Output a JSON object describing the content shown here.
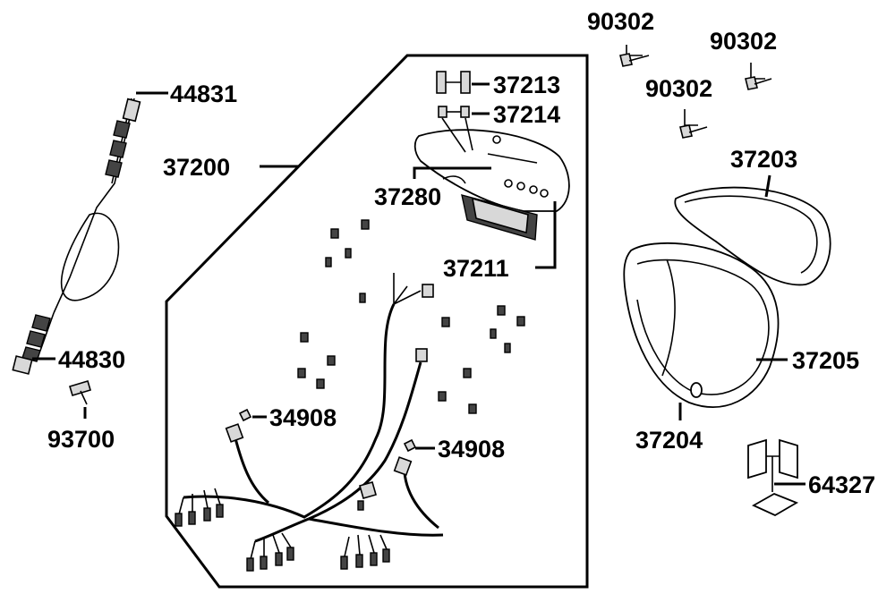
{
  "diagram": {
    "labels": {
      "p44831": "44831",
      "p44830": "44830",
      "p93700": "93700",
      "p37200": "37200",
      "p37213": "37213",
      "p37214": "37214",
      "p37280": "37280",
      "p37211": "37211",
      "p34908a": "34908",
      "p34908b": "34908",
      "p90302a": "90302",
      "p90302b": "90302",
      "p90302c": "90302",
      "p37203": "37203",
      "p37205": "37205",
      "p37204": "37204",
      "p64327": "64327"
    }
  }
}
